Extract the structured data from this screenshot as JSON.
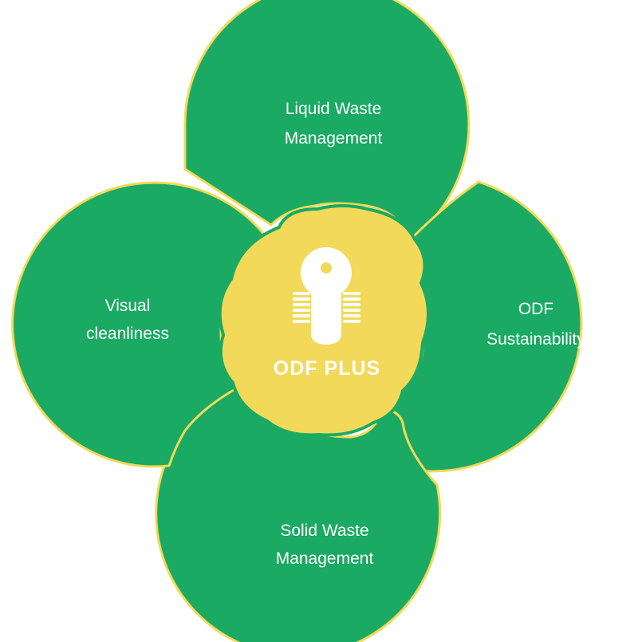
{
  "center": {
    "label": "ODF PLUS",
    "icon": "toilet-icon"
  },
  "petals": {
    "top": {
      "line1": "Liquid Waste",
      "line2": "Management"
    },
    "right": {
      "line1": "ODF",
      "line2": "Sustainability"
    },
    "bottom": {
      "line1": "Solid Waste",
      "line2": "Management"
    },
    "left": {
      "line1": "Visual",
      "line2": "cleanliness"
    }
  },
  "colors": {
    "petal_fill": "#1aaa63",
    "petal_outline": "#f2d95a",
    "center_fill": "#f2d95a",
    "center_outline": "#1aaa63",
    "text": "#ffffff"
  }
}
